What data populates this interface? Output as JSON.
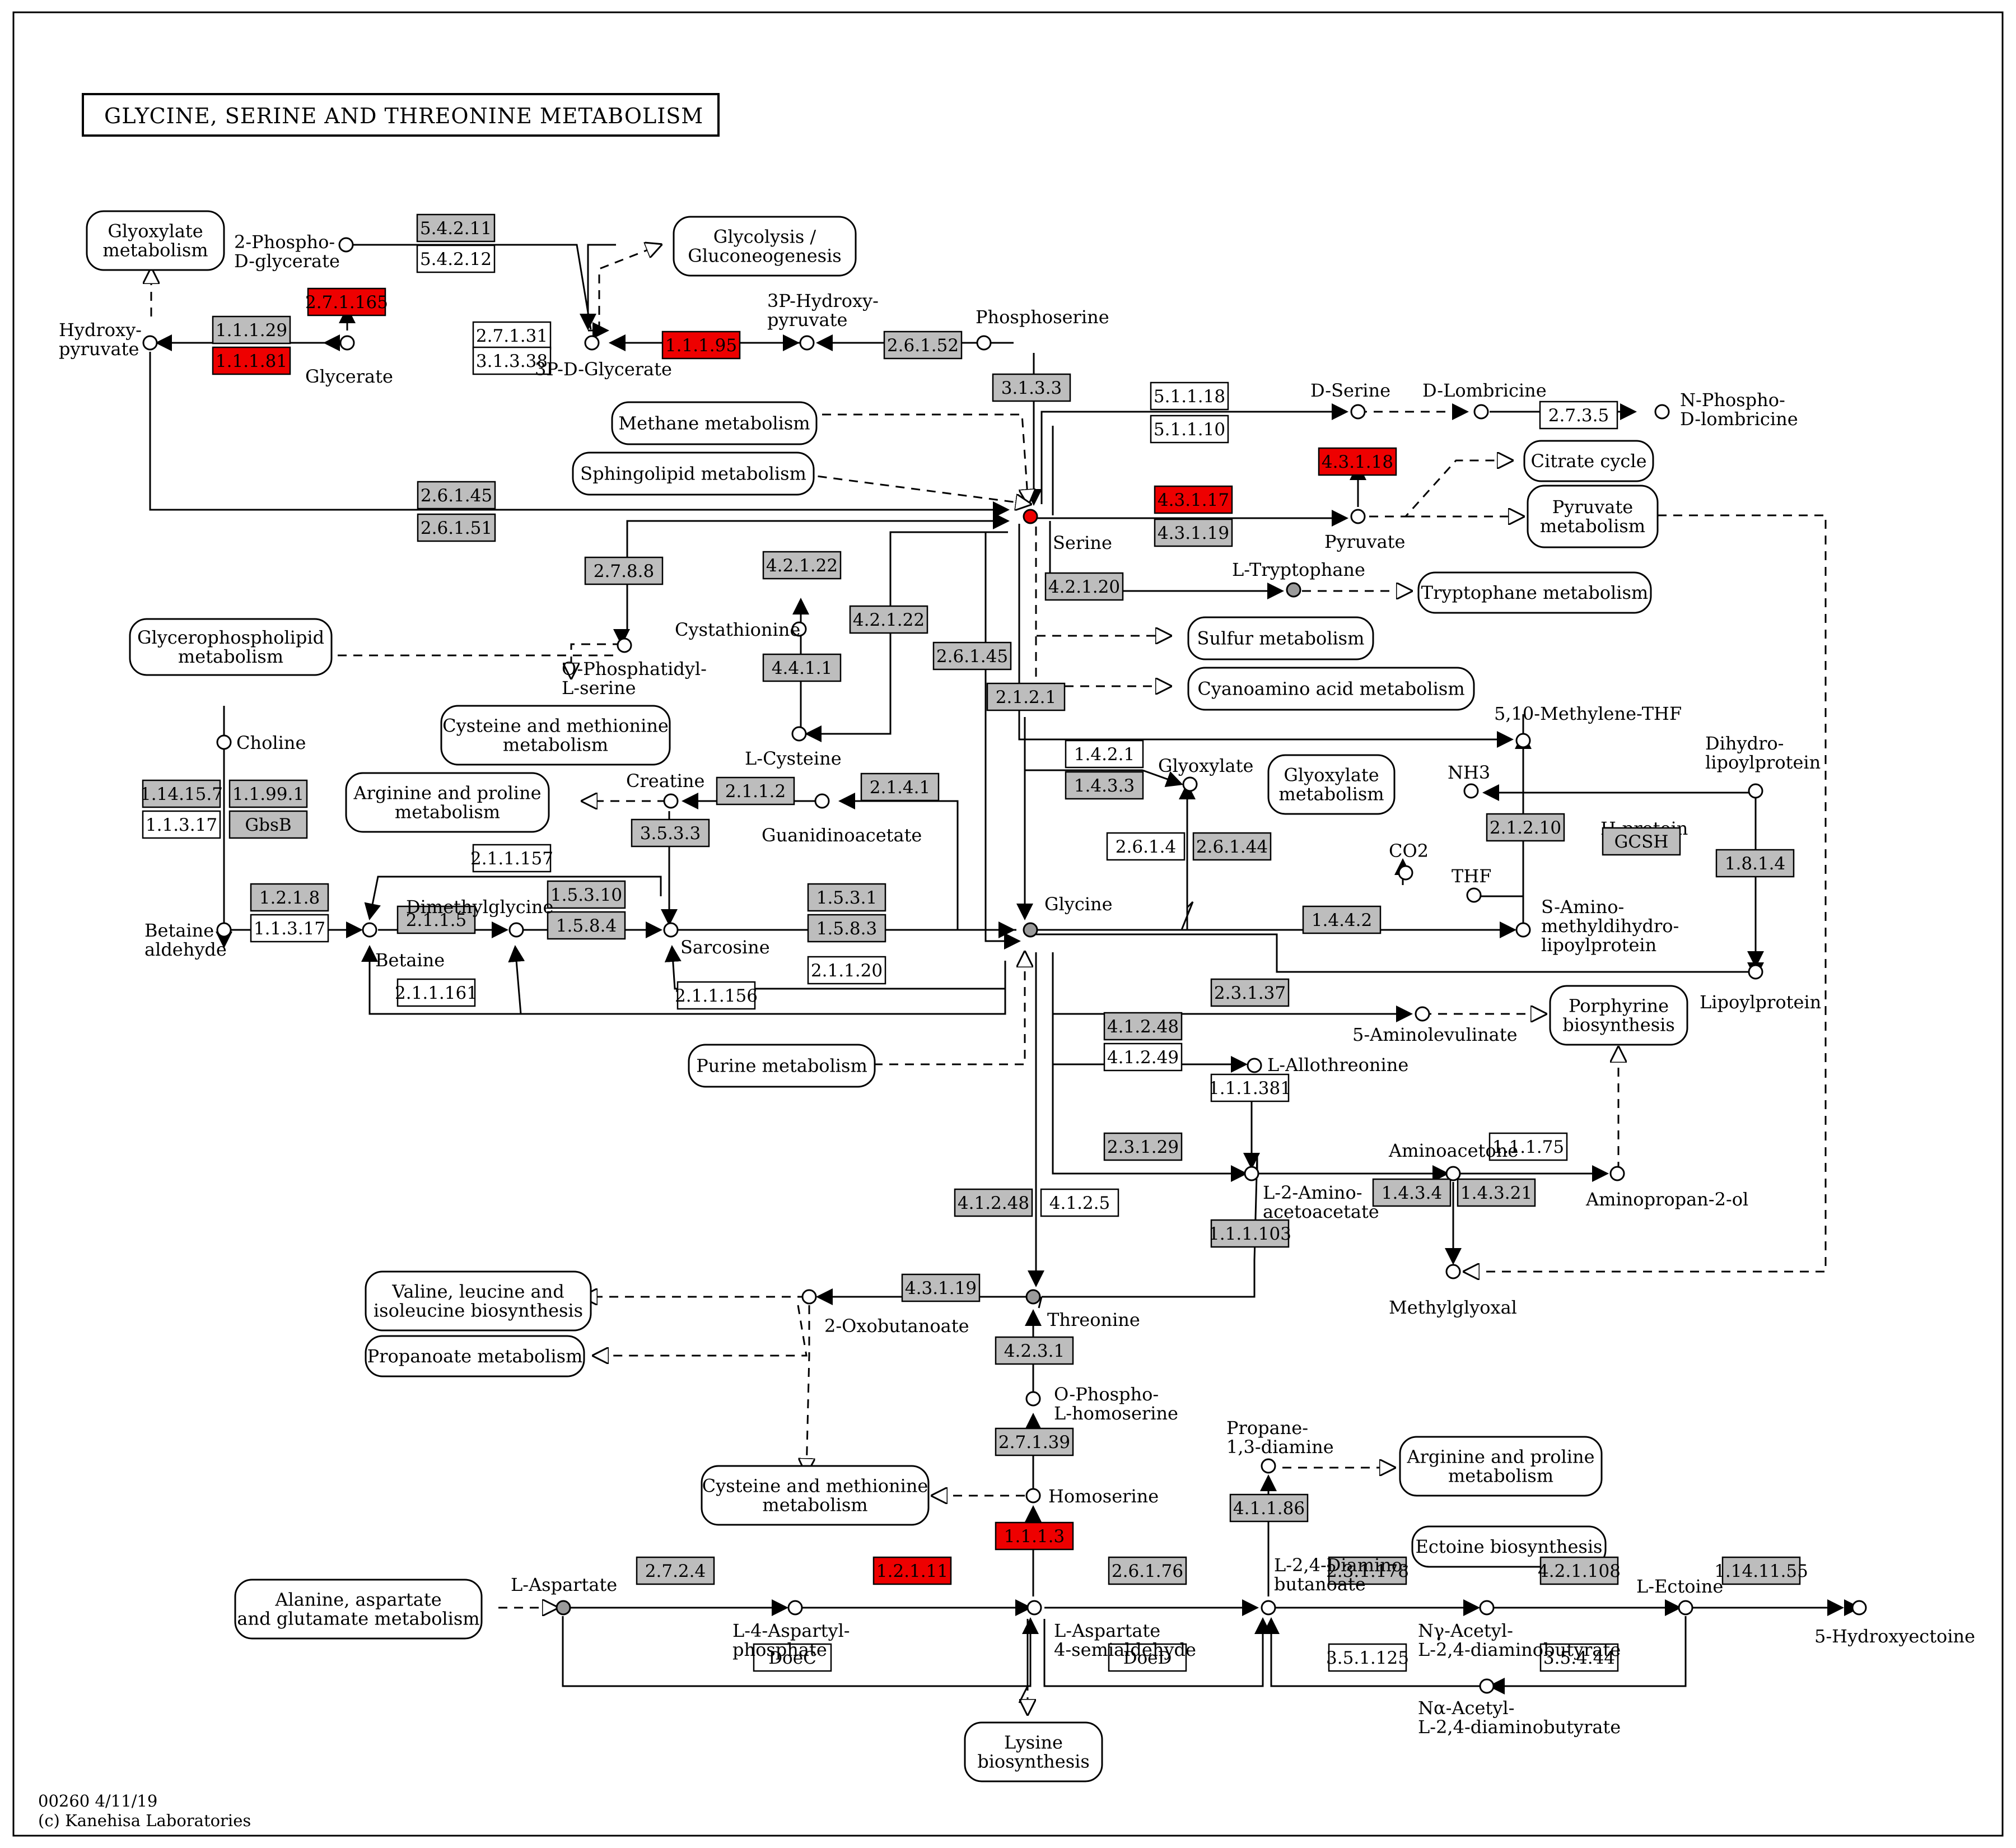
{
  "title": "GLYCINE, SERINE AND THREONINE METABOLISM",
  "footer": {
    "map_id": "00260 4/11/19",
    "copyright": "(c) Kanehisa Laboratories"
  },
  "colors": {
    "highlighted": "#ee0000",
    "gray": "#bdbdbd",
    "white": "#ffffff"
  },
  "compounds": [
    {
      "id": "hydroxypyruvate",
      "lines": [
        "Hydroxy-",
        "pyruvate"
      ],
      "fill": "white"
    },
    {
      "id": "2-phospho-d-glycerate",
      "lines": [
        "2-Phospho-",
        "D-glycerate"
      ],
      "fill": "white"
    },
    {
      "id": "glycerate",
      "lines": [
        "Glycerate"
      ],
      "fill": "white"
    },
    {
      "id": "3p-d-glycerate",
      "lines": [
        "3P-D-Glycerate"
      ],
      "fill": "white"
    },
    {
      "id": "3p-hydroxypyruvate",
      "lines": [
        "3P-Hydroxy-",
        "pyruvate"
      ],
      "fill": "white"
    },
    {
      "id": "phosphoserine",
      "lines": [
        "Phosphoserine"
      ],
      "fill": "white"
    },
    {
      "id": "serine",
      "lines": [
        "Serine"
      ],
      "fill": "red"
    },
    {
      "id": "d-serine",
      "lines": [
        "D-Serine"
      ],
      "fill": "white"
    },
    {
      "id": "d-lombricine",
      "lines": [
        "D-Lombricine"
      ],
      "fill": "white"
    },
    {
      "id": "n-phospho-d-lombricine",
      "lines": [
        "N-Phospho-",
        "D-lombricine"
      ],
      "fill": "white"
    },
    {
      "id": "pyruvate",
      "lines": [
        "Pyruvate"
      ],
      "fill": "white"
    },
    {
      "id": "l-tryptophane",
      "lines": [
        "L-Tryptophane"
      ],
      "fill": "gray"
    },
    {
      "id": "o-phosphatidyl-l-serine",
      "lines": [
        "O-Phosphatidyl-",
        "L-serine"
      ],
      "fill": "white"
    },
    {
      "id": "cystathionine",
      "lines": [
        "Cystathionine"
      ],
      "fill": "white"
    },
    {
      "id": "l-cysteine",
      "lines": [
        "L-Cysteine"
      ],
      "fill": "white"
    },
    {
      "id": "choline",
      "lines": [
        "Choline"
      ],
      "fill": "white"
    },
    {
      "id": "creatine",
      "lines": [
        "Creatine"
      ],
      "fill": "white"
    },
    {
      "id": "guanidinoacetate",
      "lines": [
        "Guanidinoacetate"
      ],
      "fill": "white"
    },
    {
      "id": "betaine-aldehyde",
      "lines": [
        "Betaine",
        "aldehyde"
      ],
      "fill": "white"
    },
    {
      "id": "betaine",
      "lines": [
        "Betaine"
      ],
      "fill": "white"
    },
    {
      "id": "dimethylglycine",
      "lines": [
        "Dimethylglycine"
      ],
      "fill": "white"
    },
    {
      "id": "sarcosine",
      "lines": [
        "Sarcosine"
      ],
      "fill": "white"
    },
    {
      "id": "glycine",
      "lines": [
        "Glycine"
      ],
      "fill": "gray"
    },
    {
      "id": "glyoxylate",
      "lines": [
        "Glyoxylate"
      ],
      "fill": "white"
    },
    {
      "id": "5-10-methylene-thf",
      "lines": [
        "5,10-Methylene-THF"
      ],
      "fill": "white"
    },
    {
      "id": "nh3",
      "lines": [
        "NH3"
      ],
      "fill": "white"
    },
    {
      "id": "thf",
      "lines": [
        "THF"
      ],
      "fill": "white"
    },
    {
      "id": "co2",
      "lines": [
        "CO2"
      ],
      "fill": "white"
    },
    {
      "id": "dihydrolipoylprotein",
      "lines": [
        "Dihydro-",
        "lipoylprotein"
      ],
      "fill": "white"
    },
    {
      "id": "s-aminomethyldihydrolipoylprotein",
      "lines": [
        "S-Amino-",
        "methyldihydro-",
        "lipoylprotein"
      ],
      "fill": "white"
    },
    {
      "id": "lipoylprotein",
      "lines": [
        "Lipoylprotein"
      ],
      "fill": "white"
    },
    {
      "id": "5-aminolevulinate",
      "lines": [
        "5-Aminolevulinate"
      ],
      "fill": "white"
    },
    {
      "id": "l-allothreonine",
      "lines": [
        "L-Allothreonine"
      ],
      "fill": "white"
    },
    {
      "id": "aminoacetone",
      "lines": [
        "Aminoacetone"
      ],
      "fill": "white"
    },
    {
      "id": "aminopropan-2-ol",
      "lines": [
        "Aminopropan-2-ol"
      ],
      "fill": "white"
    },
    {
      "id": "l-2-amino-acetoacetate",
      "lines": [
        "L-2-Amino-",
        "acetoacetate"
      ],
      "fill": "white"
    },
    {
      "id": "methylglyoxal",
      "lines": [
        "Methylglyoxal"
      ],
      "fill": "white"
    },
    {
      "id": "threonine",
      "lines": [
        "Threonine"
      ],
      "fill": "gray"
    },
    {
      "id": "2-oxobutanoate",
      "lines": [
        "2-Oxobutanoate"
      ],
      "fill": "white"
    },
    {
      "id": "o-phospho-l-homoserine",
      "lines": [
        "O-Phospho-",
        "L-homoserine"
      ],
      "fill": "white"
    },
    {
      "id": "homoserine",
      "lines": [
        "Homoserine"
      ],
      "fill": "white"
    },
    {
      "id": "l-aspartate",
      "lines": [
        "L-Aspartate"
      ],
      "fill": "gray"
    },
    {
      "id": "l-4-aspartyl-phosphate",
      "lines": [
        "L-4-Aspartyl-",
        "phosphate"
      ],
      "fill": "white"
    },
    {
      "id": "l-aspartate-4-semialdehyde",
      "lines": [
        "L-Aspartate",
        "4-semialdehyde"
      ],
      "fill": "white"
    },
    {
      "id": "l-2-4-diaminobutanoate",
      "lines": [
        "L-2,4-Diamino-",
        "butanoate"
      ],
      "fill": "white"
    },
    {
      "id": "propane-1-3-diamine",
      "lines": [
        "Propane-",
        "1,3-diamine"
      ],
      "fill": "white"
    },
    {
      "id": "ny-acetyl-l-2-4-diaminobutyrate",
      "lines": [
        "Nγ-Acetyl-",
        "L-2,4-diaminobutyrate"
      ],
      "fill": "white"
    },
    {
      "id": "na-acetyl-l-2-4-diaminobutyrate",
      "lines": [
        "Nα-Acetyl-",
        "L-2,4-diaminobutyrate"
      ],
      "fill": "white"
    },
    {
      "id": "l-ectoine",
      "lines": [
        "L-Ectoine"
      ],
      "fill": "white"
    },
    {
      "id": "5-hydroxyectoine",
      "lines": [
        "5-Hydroxyectoine"
      ],
      "fill": "white"
    }
  ],
  "enzymes": [
    {
      "label": "5.4.2.11",
      "fill": "gray"
    },
    {
      "label": "5.4.2.12",
      "fill": "white"
    },
    {
      "label": "2.7.1.165",
      "fill": "red"
    },
    {
      "label": "1.1.1.29",
      "fill": "gray"
    },
    {
      "label": "1.1.1.81",
      "fill": "red"
    },
    {
      "label": "2.7.1.31",
      "fill": "white"
    },
    {
      "label": "3.1.3.38",
      "fill": "white"
    },
    {
      "label": "1.1.1.95",
      "fill": "red"
    },
    {
      "label": "2.6.1.52",
      "fill": "gray"
    },
    {
      "label": "3.1.3.3",
      "fill": "gray"
    },
    {
      "label": "5.1.1.18",
      "fill": "white"
    },
    {
      "label": "5.1.1.10",
      "fill": "white"
    },
    {
      "label": "2.7.3.5",
      "fill": "white"
    },
    {
      "label": "4.3.1.18",
      "fill": "red"
    },
    {
      "label": "4.3.1.17",
      "fill": "red"
    },
    {
      "label": "4.3.1.19",
      "fill": "gray"
    },
    {
      "label": "2.6.1.45",
      "fill": "gray"
    },
    {
      "label": "2.6.1.51",
      "fill": "gray"
    },
    {
      "label": "2.7.8.8",
      "fill": "gray"
    },
    {
      "label": "4.2.1.22",
      "fill": "gray"
    },
    {
      "label": "4.2.1.22",
      "fill": "gray"
    },
    {
      "label": "4.4.1.1",
      "fill": "gray"
    },
    {
      "label": "2.6.1.45",
      "fill": "gray"
    },
    {
      "label": "2.1.2.1",
      "fill": "gray"
    },
    {
      "label": "4.2.1.20",
      "fill": "gray"
    },
    {
      "label": "1.14.15.7",
      "fill": "gray"
    },
    {
      "label": "1.1.99.1",
      "fill": "gray"
    },
    {
      "label": "1.1.3.17",
      "fill": "white"
    },
    {
      "label": "GbsB",
      "fill": "gray"
    },
    {
      "label": "2.1.1.2",
      "fill": "gray"
    },
    {
      "label": "2.1.4.1",
      "fill": "gray"
    },
    {
      "label": "3.5.3.3",
      "fill": "gray"
    },
    {
      "label": "2.1.1.157",
      "fill": "white"
    },
    {
      "label": "1.2.1.8",
      "fill": "gray"
    },
    {
      "label": "1.1.3.17",
      "fill": "white"
    },
    {
      "label": "2.1.1.5",
      "fill": "gray"
    },
    {
      "label": "1.5.3.10",
      "fill": "gray"
    },
    {
      "label": "1.5.8.4",
      "fill": "gray"
    },
    {
      "label": "1.5.3.1",
      "fill": "gray"
    },
    {
      "label": "1.5.8.3",
      "fill": "gray"
    },
    {
      "label": "2.1.1.20",
      "fill": "white"
    },
    {
      "label": "2.1.1.161",
      "fill": "white"
    },
    {
      "label": "2.1.1.156",
      "fill": "white"
    },
    {
      "label": "1.4.2.1",
      "fill": "white"
    },
    {
      "label": "1.4.3.3",
      "fill": "gray"
    },
    {
      "label": "2.6.1.4",
      "fill": "white"
    },
    {
      "label": "2.6.1.44",
      "fill": "gray"
    },
    {
      "label": "2.1.2.10",
      "fill": "gray"
    },
    {
      "label": "GCSH",
      "fill": "gray"
    },
    {
      "label": "1.8.1.4",
      "fill": "gray"
    },
    {
      "label": "1.4.4.2",
      "fill": "gray"
    },
    {
      "label": "2.3.1.37",
      "fill": "gray"
    },
    {
      "label": "4.1.2.48",
      "fill": "gray"
    },
    {
      "label": "4.1.2.49",
      "fill": "white"
    },
    {
      "label": "1.1.1.381",
      "fill": "white"
    },
    {
      "label": "2.3.1.29",
      "fill": "gray"
    },
    {
      "label": "1.1.1.75",
      "fill": "white"
    },
    {
      "label": "1.4.3.4",
      "fill": "gray"
    },
    {
      "label": "1.4.3.21",
      "fill": "gray"
    },
    {
      "label": "1.1.1.103",
      "fill": "gray"
    },
    {
      "label": "4.1.2.48",
      "fill": "gray"
    },
    {
      "label": "4.1.2.5",
      "fill": "white"
    },
    {
      "label": "4.3.1.19",
      "fill": "gray"
    },
    {
      "label": "4.2.3.1",
      "fill": "gray"
    },
    {
      "label": "2.7.1.39",
      "fill": "gray"
    },
    {
      "label": "1.1.1.3",
      "fill": "red"
    },
    {
      "label": "4.1.1.86",
      "fill": "gray"
    },
    {
      "label": "2.7.2.4",
      "fill": "gray"
    },
    {
      "label": "1.2.1.11",
      "fill": "red"
    },
    {
      "label": "2.6.1.76",
      "fill": "gray"
    },
    {
      "label": "2.3.1.178",
      "fill": "gray"
    },
    {
      "label": "4.2.1.108",
      "fill": "gray"
    },
    {
      "label": "1.14.11.55",
      "fill": "gray"
    },
    {
      "label": "DoeC",
      "fill": "white"
    },
    {
      "label": "DoeD",
      "fill": "white"
    },
    {
      "label": "3.5.1.125",
      "fill": "white"
    },
    {
      "label": "3.5.4.44",
      "fill": "white"
    }
  ],
  "pathways": [
    {
      "lines": [
        "Glyoxylate",
        "metabolism"
      ]
    },
    {
      "lines": [
        "Glycolysis /",
        "Gluconeogenesis"
      ]
    },
    {
      "lines": [
        "Methane metabolism"
      ]
    },
    {
      "lines": [
        "Sphingolipid metabolism"
      ]
    },
    {
      "lines": [
        "Citrate cycle"
      ]
    },
    {
      "lines": [
        "Pyruvate",
        "metabolism"
      ]
    },
    {
      "lines": [
        "Tryptophane metabolism"
      ]
    },
    {
      "lines": [
        "Glycerophospholipid",
        "metabolism"
      ]
    },
    {
      "lines": [
        "Sulfur metabolism"
      ]
    },
    {
      "lines": [
        "Cyanoamino acid metabolism"
      ]
    },
    {
      "lines": [
        "Cysteine and methionine",
        "metabolism"
      ]
    },
    {
      "lines": [
        "Arginine and proline",
        "metabolism"
      ]
    },
    {
      "lines": [
        "Glyoxylate",
        "metabolism"
      ]
    },
    {
      "lines": [
        "Porphyrine",
        "biosynthesis"
      ]
    },
    {
      "lines": [
        "Purine metabolism"
      ]
    },
    {
      "lines": [
        "Valine, leucine and",
        "isoleucine biosynthesis"
      ]
    },
    {
      "lines": [
        "Propanoate metabolism"
      ]
    },
    {
      "lines": [
        "Cysteine and methionine",
        "metabolism"
      ]
    },
    {
      "lines": [
        "Arginine and proline",
        "metabolism"
      ]
    },
    {
      "lines": [
        "Ectoine biosynthesis"
      ]
    },
    {
      "lines": [
        "Alanine, aspartate",
        "and glutamate metabolism"
      ]
    },
    {
      "lines": [
        "Lysine",
        "biosynthesis"
      ]
    }
  ],
  "labels": {
    "h_protein": "H-protein"
  }
}
